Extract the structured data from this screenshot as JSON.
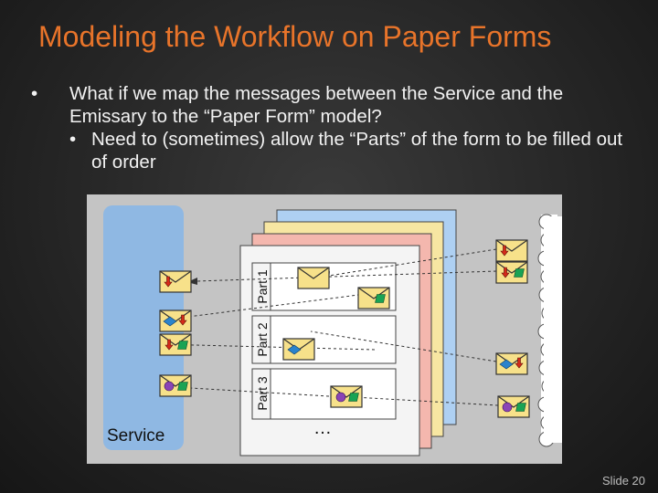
{
  "slide": {
    "title": "Modeling the Workflow on Paper Forms",
    "bullets": [
      {
        "text": "What if we map the messages between the Service and the Emissary to the “Paper Form” model?"
      },
      {
        "text": "Need to (sometimes) allow the “Parts” of the form to be filled out of order"
      }
    ],
    "bullet_symbol": "•",
    "slide_number": "Slide 20"
  },
  "diagram": {
    "service_label": "Service",
    "part_labels": [
      "Part 1",
      "Part 2",
      "Part 3"
    ],
    "ellipsis": "…",
    "colors": {
      "background": "#c4c4c4",
      "service_panel": "#8fb8e3",
      "form_blue": "#aed0f2",
      "form_yellow": "#f7e6a2",
      "form_pink": "#f4b7ae",
      "form_white": "#f4f4f4",
      "envelope": "#f7e18a",
      "red_arrow": "#d42a1a",
      "green_square": "#19a354",
      "blue_diamond": "#2b83cc",
      "purple_circle": "#8a44b6",
      "title": "#e8742a"
    },
    "icons": [
      "envelope-icon",
      "red-arrow-icon",
      "green-square-icon",
      "blue-diamond-icon",
      "purple-circle-icon",
      "cloud-icon"
    ]
  }
}
